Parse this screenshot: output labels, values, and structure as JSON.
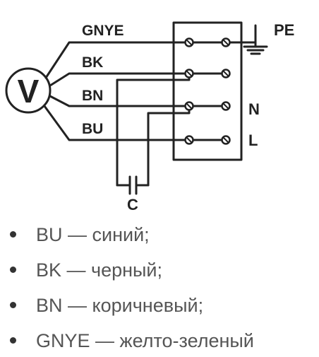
{
  "diagram": {
    "motor_label": "V",
    "wires": [
      "GNYE",
      "BK",
      "BN",
      "BU"
    ],
    "capacitor_label": "C",
    "terminals": {
      "earth": "PE",
      "neutral": "N",
      "line": "L"
    }
  },
  "legend": [
    "BU — синий;",
    "BK — черный;",
    "BN — коричневый;",
    "GNYE — желто-зеленый"
  ]
}
